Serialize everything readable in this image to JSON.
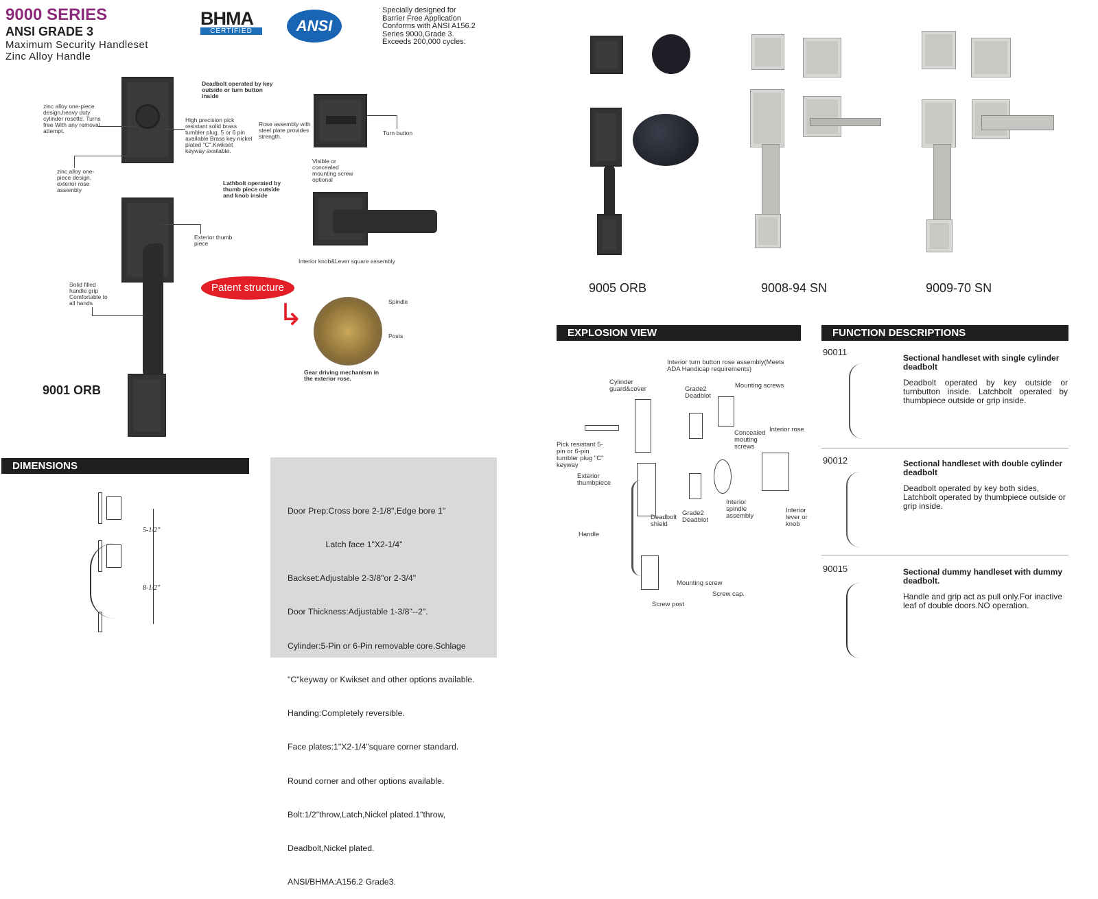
{
  "header": {
    "series": "9000 SERIES",
    "grade": "ANSI GRADE 3",
    "subtitle1": "Maximum Security Handleset",
    "subtitle2": "Zinc Alloy Handle",
    "bhma_logo": "BHMA",
    "bhma_certified": "CERTIFIED",
    "ansi_logo": "ANSI",
    "spec_lines": [
      "Specially designed for",
      "Barrier Free Application",
      "Conforms with ANSI A156.2",
      "Series 9000,Grade 3.",
      "Exceeds 200,000 cycles."
    ]
  },
  "callouts": {
    "deadbolt_op": "Deadbolt operated by key outside or turn button inside",
    "zinc_rosette": "zinc alloy one-piece design,heavy duty cylinder rosette. Turns free With any removal attempt.",
    "precision": "High precision pick resistant solid brass tumbler plug. 5 or 6 pin available Brass key nickel plated \"C\".Kwikset keyway available.",
    "rose_assembly": "Rose assembly with steel plate provides strength.",
    "turn_button": "Turn button",
    "zinc_exterior": "zinc alloy one-piece design, exterior rose assembly",
    "visible_screw": "Visible or concealed mounting screw optional",
    "lathbolt": "Lathbolt operated by thumb piece outside and knob inside",
    "ext_thumb": "Exterior thumb piece",
    "interior_assembly": "Interior knob&Lever square assembly",
    "solid_grip": "Solid filled handle grip Comfortable to all hands",
    "patent": "Patent structure",
    "spindle": "Spindle",
    "posts": "Posts",
    "gear": "Gear driving mechanism in the exterior rose.",
    "model_main": "9001 ORB"
  },
  "dimensions": {
    "title": "DIMENSIONS",
    "dim1": "5-1/2\"",
    "dim2": "8-1/2\"",
    "specs": [
      "Door Prep:Cross bore 2-1/8\",Edge bore 1\"",
      "      Latch face 1\"X2-1/4\"",
      "Backset:Adjustable 2-3/8\"or 2-3/4\"",
      "Door Thickness:Adjustable 1-3/8\"--2\".",
      "Cylinder:5-Pin or 6-Pin removable core.Schlage",
      "\"C\"keyway or Kwikset and other options available.",
      "Handing:Completely reversible.",
      "Face plates:1\"X2-1/4\"square corner standard.",
      "Round corner and other options available.",
      "Bolt:1/2\"throw,Latch,Nickel plated.1\"throw,",
      "Deadbolt,Nickel plated.",
      "ANSI/BHMA:A156.2 Grade3."
    ]
  },
  "products": [
    {
      "model": "9005 ORB"
    },
    {
      "model": "9008-94 SN"
    },
    {
      "model": "9009-70 SN"
    }
  ],
  "explosion": {
    "title": "EXPLOSION VIEW",
    "labels": {
      "interior_turn": "Interior turn button rose assembly(Meets ADA Handicap requirements)",
      "cyl_guard": "Cylinder guard&cover",
      "grade2_top": "Grade2 Deadblot",
      "mount_screws": "Mounting screws",
      "pick": "Pick resistant 5-pin or 6-pin tumbler plug \"C\" keyway",
      "concealed": "Concealed mouting screws",
      "int_rose": "Interior rose",
      "ext_thumb": "Exterior thumbpiece",
      "db_shield": "Deadbolt shield",
      "grade2_bottom": "Grade2 Deadblot",
      "spindle": "Interior spindle assembly",
      "int_lever": "Interior lever or knob",
      "handle": "Handle",
      "mount_screw": "Mounting screw",
      "screw_cap": "Screw cap.",
      "screw_post": "Screw post"
    }
  },
  "functions": {
    "title": "FUNCTION DESCRIPTIONS",
    "items": [
      {
        "code": "90011",
        "title": "Sectional handleset with single cylinder deadbolt",
        "desc": "Deadbolt operated by key outside or turnbutton inside. Latchbolt operated by thumbpiece outside or grip inside."
      },
      {
        "code": "90012",
        "title": "Sectional handleset with double cylinder deadbolt",
        "desc": "Deadbolt operated by key both sides, Latchbolt operated by thumbpiece outside or grip inside."
      },
      {
        "code": "90015",
        "title": "Sectional dummy handleset with dummy deadbolt.",
        "desc": "Handle and grip act as pull only.For inactive leaf of double doors.NO operation."
      }
    ]
  }
}
